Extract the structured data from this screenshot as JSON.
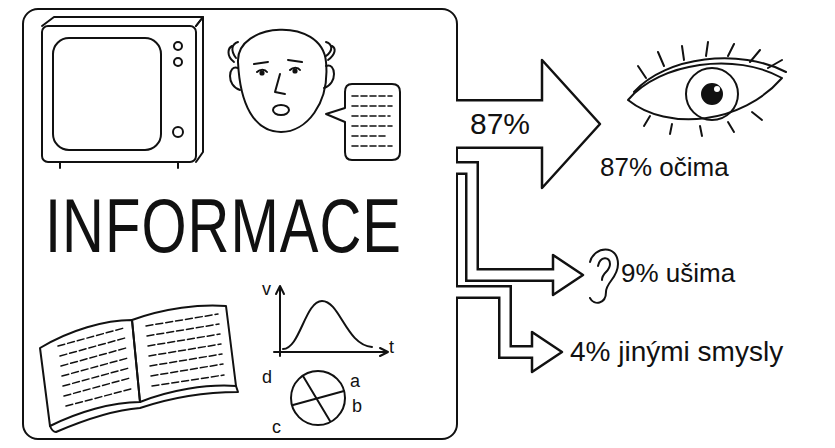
{
  "diagram": {
    "nodes": [
      {
        "text": [
          "INFORMACE"
        ]
      },
      {
        "text": [
          "87% očima"
        ]
      },
      {
        "text": [
          "9% ušima"
        ]
      },
      {
        "text": [
          "4% jinými smysly"
        ]
      }
    ],
    "edges": [
      {
        "from": 0,
        "to": 1,
        "arrow": "to",
        "label": "87%"
      },
      {
        "from": 0,
        "to": 2,
        "arrow": "to"
      },
      {
        "from": 0,
        "to": 3,
        "arrow": "to"
      }
    ],
    "labels": [
      "v",
      "t",
      "d",
      "a",
      "b",
      "c"
    ]
  }
}
